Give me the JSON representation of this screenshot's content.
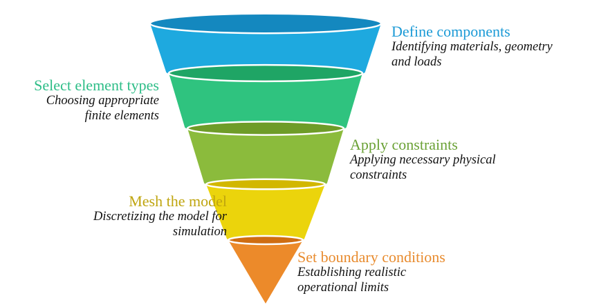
{
  "stages": [
    {
      "title": "Define components",
      "desc_line1": "Identifying materials, geometry",
      "desc_line2": "and loads",
      "color": "#1ea9df",
      "color_dark": "#1488bf",
      "title_color": "#1b9ad6"
    },
    {
      "title": "Select element types",
      "desc_line1": "Choosing appropriate",
      "desc_line2": "finite elements",
      "color": "#2fc37f",
      "color_dark": "#1fa565",
      "title_color": "#2dbd87"
    },
    {
      "title": "Apply constraints",
      "desc_line1": "Applying necessary physical",
      "desc_line2": "constraints",
      "color": "#8bbb3c",
      "color_dark": "#6e9c28",
      "title_color": "#6aa135"
    },
    {
      "title": "Mesh the model",
      "desc_line1": "Discretizing the model for",
      "desc_line2": "simulation",
      "color": "#ebd40c",
      "color_dark": "#d2b700",
      "title_color": "#bfa50f"
    },
    {
      "title": "Set boundary conditions",
      "desc_line1": "Establishing realistic",
      "desc_line2": "operational limits",
      "color": "#ec8a2a",
      "color_dark": "#cf6d12",
      "title_color": "#e88b2e"
    }
  ]
}
